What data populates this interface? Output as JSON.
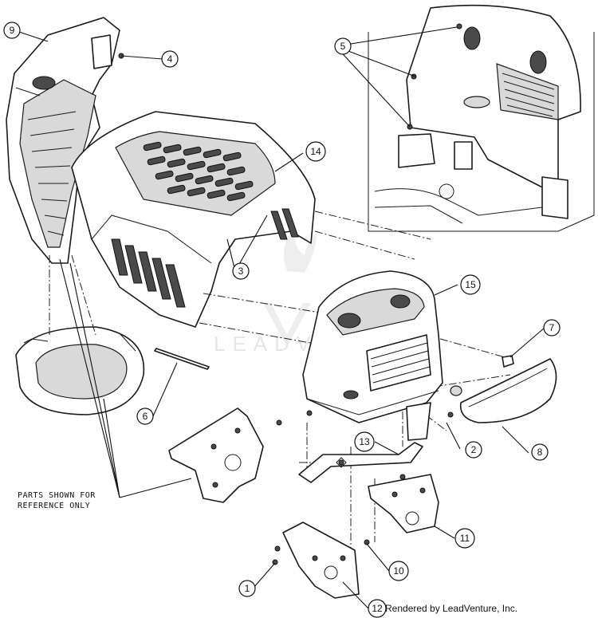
{
  "diagram": {
    "callouts": [
      {
        "id": "1",
        "label": "1"
      },
      {
        "id": "2",
        "label": "2"
      },
      {
        "id": "3",
        "label": "3"
      },
      {
        "id": "4",
        "label": "4"
      },
      {
        "id": "5",
        "label": "5"
      },
      {
        "id": "6",
        "label": "6"
      },
      {
        "id": "7",
        "label": "7"
      },
      {
        "id": "8",
        "label": "8"
      },
      {
        "id": "9",
        "label": "9"
      },
      {
        "id": "10",
        "label": "10"
      },
      {
        "id": "11",
        "label": "11"
      },
      {
        "id": "12",
        "label": "12"
      },
      {
        "id": "13",
        "label": "13"
      },
      {
        "id": "14",
        "label": "14"
      },
      {
        "id": "15",
        "label": "15"
      }
    ],
    "reference_note": {
      "line1": "PARTS SHOWN FOR",
      "line2": "REFERENCE ONLY"
    },
    "watermark": "LEADVENTURE",
    "credit": "Rendered by LeadVenture, Inc."
  }
}
